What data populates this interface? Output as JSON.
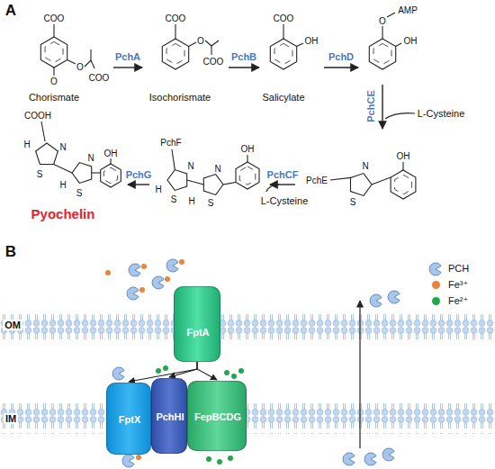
{
  "diagram": {
    "nodes": [
      {
        "text": [
          "Chorismate"
        ]
      },
      {
        "text": [
          "Isochorismate"
        ]
      },
      {
        "text": [
          "Salicylate"
        ]
      },
      {
        "text": [
          "AMP"
        ]
      },
      {
        "text": [
          "PchE"
        ]
      },
      {
        "text": [
          "PchF"
        ]
      },
      {
        "text": [
          "COOH",
          "Pyochelin"
        ]
      },
      {
        "text": [
          "OM"
        ]
      },
      {
        "text": [
          "FptA"
        ],
        "in": 7
      },
      {
        "text": [
          "IM"
        ]
      },
      {
        "text": [
          "FptX"
        ],
        "in": 9
      },
      {
        "text": [
          "PchHI"
        ],
        "in": 9
      },
      {
        "text": [
          "FepBCDG"
        ],
        "in": 9
      }
    ],
    "edges": [
      {
        "from": 0,
        "to": 1,
        "label": "PchA",
        "arrow": "to"
      },
      {
        "from": 1,
        "to": 2,
        "label": "PchB",
        "arrow": "to"
      },
      {
        "from": 2,
        "to": 3,
        "label": "PchD",
        "arrow": "to"
      },
      {
        "from": 3,
        "to": 4,
        "label": "PchCE",
        "arrow": "to"
      },
      {
        "from": 4,
        "to": 5,
        "label": "PchCF",
        "arrow": "to"
      },
      {
        "from": 5,
        "to": 6,
        "label": "PchG",
        "arrow": "to"
      },
      {
        "from": 8,
        "to": 10,
        "arrow": "to"
      },
      {
        "from": 8,
        "to": 11,
        "arrow": "to"
      },
      {
        "from": 8,
        "to": 12,
        "arrow": "to"
      }
    ],
    "labels": [
      "A",
      "COO",
      "O",
      "COO",
      "O",
      "COO",
      "O",
      "COO",
      "COO",
      "OH",
      "O",
      "OH",
      "OH",
      "N",
      "S",
      "OH",
      "N",
      "S",
      "N",
      "S",
      "H",
      "H",
      "OH",
      "N",
      "S",
      "H",
      "N",
      "S",
      "H",
      "L-Cysteine",
      "L-Cysteine",
      "B"
    ],
    "legend": [
      {
        "text": "PCH"
      },
      {
        "text": "Fe³⁺",
        "color": "#e9843c"
      },
      {
        "text": "Fe²⁺",
        "color": "#22a84a"
      }
    ]
  }
}
